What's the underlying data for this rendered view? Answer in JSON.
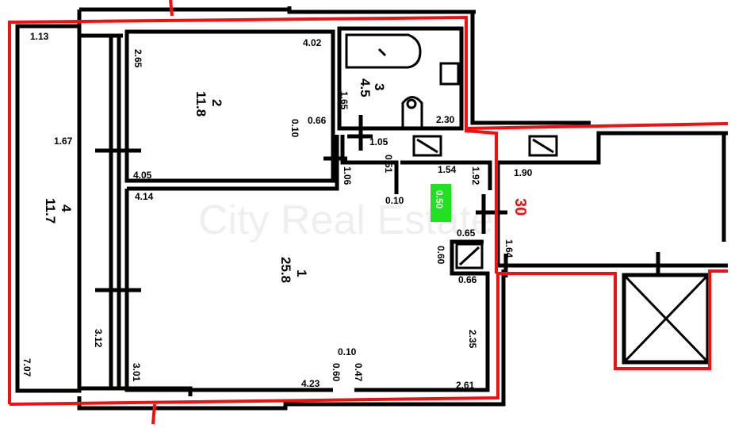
{
  "watermark": "City Real Estate",
  "rooms": [
    {
      "number": "1",
      "area": "25.8"
    },
    {
      "number": "2",
      "area": "11.8"
    },
    {
      "number": "3",
      "area": "4.5"
    },
    {
      "number": "4",
      "area": "11.7"
    }
  ],
  "unit_marker": {
    "label": "30",
    "color": "#f01010"
  },
  "green_tag": {
    "label": "0.50",
    "color": "#22e022"
  },
  "dimensions": [
    "1.13",
    "4.02",
    "2.65",
    "1.67",
    "0.66",
    "0.10",
    "4.05",
    "4.14",
    "1.65",
    "1.05",
    "1.06",
    "0.51",
    "2.30",
    "1.54",
    "1.92",
    "0.10",
    "0.65",
    "0.60",
    "0.66",
    "1.90",
    "1.64",
    "2.35",
    "0.10",
    "4.23",
    "0.60",
    "0.47",
    "2.61",
    "3.01",
    "7.07",
    "3.12"
  ],
  "colors": {
    "wall": "#000000",
    "boundary": "#f01010"
  }
}
